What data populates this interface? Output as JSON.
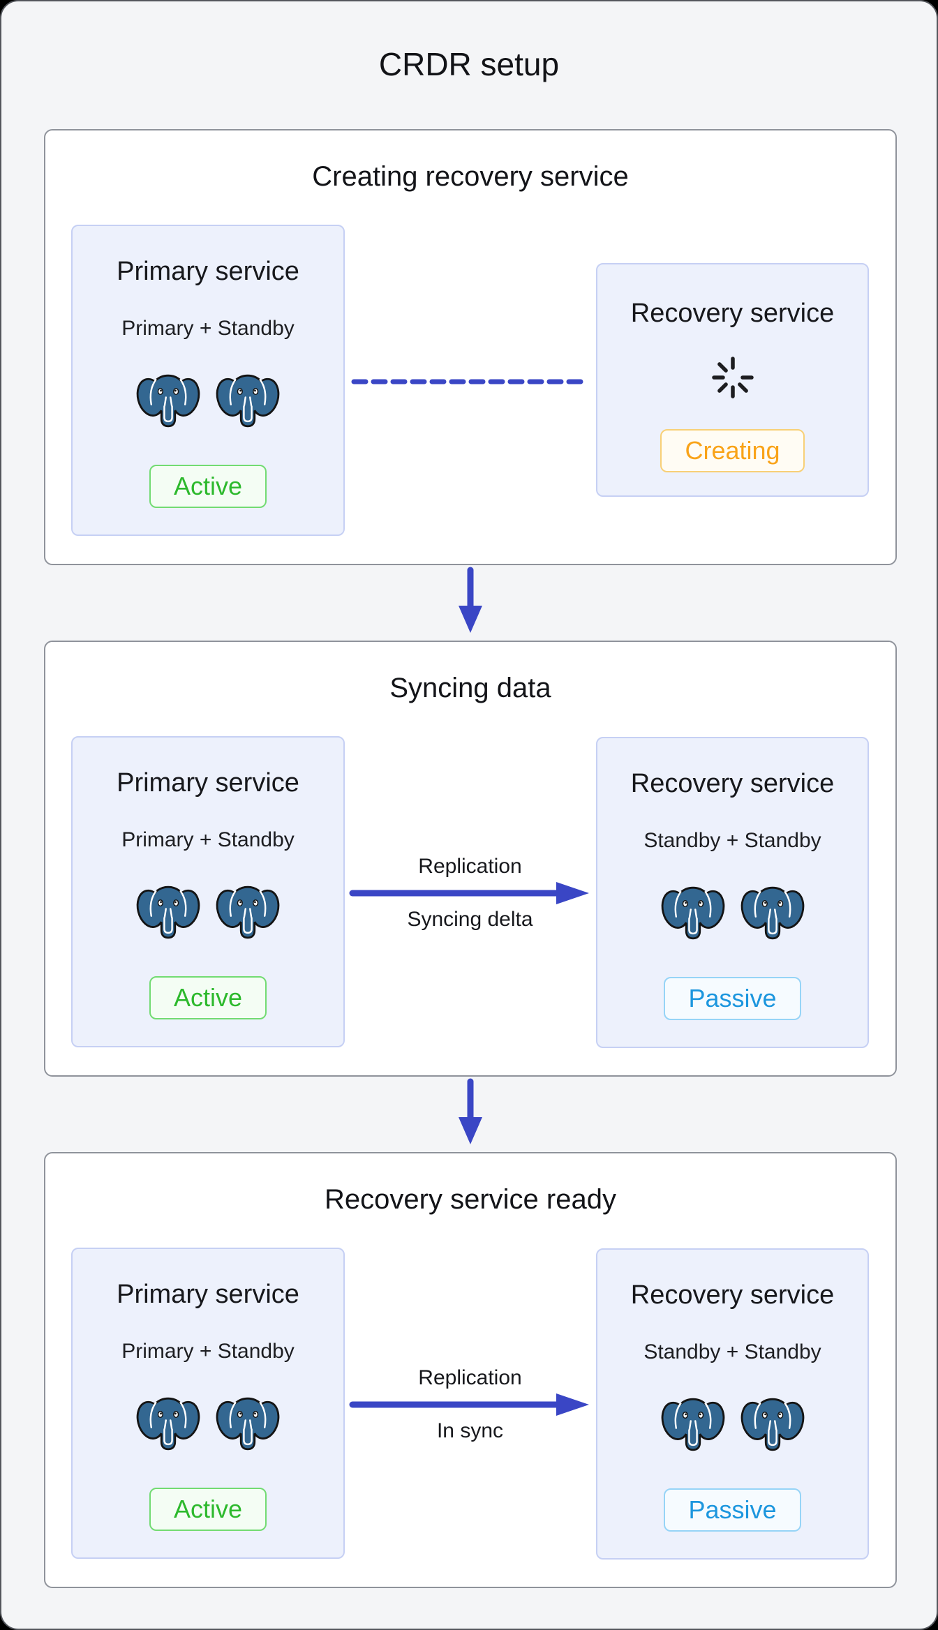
{
  "title": "CRDR setup",
  "colors": {
    "accent_blue": "#3a46c5",
    "postgres_blue": "#336791",
    "active_green": "#2db92d",
    "creating_orange": "#f9a318",
    "passive_blue": "#1c96de",
    "card_bg": "#edf1fc",
    "card_border": "#c6d0f4",
    "stage_border": "#8f939b",
    "page_bg": "#f4f5f7"
  },
  "icons": {
    "postgres": "postgres-elephant-icon",
    "spinner": "loading-spinner-icon",
    "flow_down": "arrow-down-icon",
    "replication_arrow": "arrow-right-icon",
    "pending_link": "dashed-line"
  },
  "stages": [
    {
      "title": "Creating recovery service",
      "primary": {
        "title": "Primary service",
        "subtitle": "Primary + Standby",
        "instances": 2,
        "status": "Active"
      },
      "connector": {
        "type": "dashed"
      },
      "recovery": {
        "title": "Recovery service",
        "spinner": true,
        "status": "Creating"
      }
    },
    {
      "title": "Syncing data",
      "primary": {
        "title": "Primary service",
        "subtitle": "Primary + Standby",
        "instances": 2,
        "status": "Active"
      },
      "connector": {
        "type": "arrow",
        "label_top": "Replication",
        "label_bottom": "Syncing delta"
      },
      "recovery": {
        "title": "Recovery service",
        "subtitle": "Standby + Standby",
        "instances": 2,
        "status": "Passive"
      }
    },
    {
      "title": "Recovery service ready",
      "primary": {
        "title": "Primary service",
        "subtitle": "Primary + Standby",
        "instances": 2,
        "status": "Active"
      },
      "connector": {
        "type": "arrow",
        "label_top": "Replication",
        "label_bottom": "In sync"
      },
      "recovery": {
        "title": "Recovery service",
        "subtitle": "Standby + Standby",
        "instances": 2,
        "status": "Passive"
      }
    }
  ]
}
